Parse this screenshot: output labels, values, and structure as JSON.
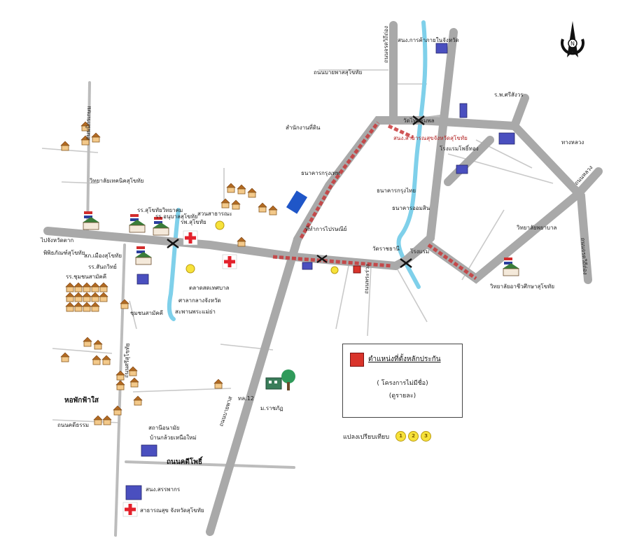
{
  "map": {
    "compass": {
      "label": "N"
    },
    "colors": {
      "road": "#a9a9a9",
      "highlight": "#c8383a",
      "river": "#7fd0ea",
      "legend_swatch": "#d9342b",
      "coin": "#f7e23a"
    },
    "road_labels": {
      "to_tak": "ไปจังหวัดตาก",
      "thanon_sukhothai": "ถนนศรีสุโขทัย",
      "thanon_southeast": "ถนนหลวง",
      "thanon_north": "ถนนจรดวิถีถ่อง",
      "thanon_charot": "ถนนจรดวิถีถ่อง",
      "thanon_south_vertical": "ถนนพระร่วง",
      "thanon_khao": "ถนนนิกรเกษม",
      "thanon_bottom": "ถนนคดีโพธิ์",
      "thanon_diagonal": "ถนนบายพาส",
      "thanon_east": "ถนนจรดวิถีถ่อง"
    },
    "place_labels": {
      "top_label": "สนง.การค้าภายในจังหวัด",
      "nw_label": "ถนนบายพาสสุโขทัย",
      "upper_school": "วิทยาลัยเทคนิคสุโขทัย",
      "school_label": "รร.สุโขทัยวิทยาคม",
      "school2": "รร.อนุบาลสุโขทัย",
      "park": "สวนสาธารณะ",
      "hospital": "รพ.สุโขทัย",
      "police": "สภ.เมืองสุโขทัย",
      "city_hall": "ศาลากลางจังหวัด",
      "market": "ตลาดสดเทศบาล",
      "bank_label": "ธนาคารกรุงไทย",
      "bank2": "ธนาคารออมสิน",
      "office": "สำนักงานที่ดิน",
      "post": "ที่ทำการไปรษณีย์",
      "temple": "วัดราชธานี",
      "bridge": "สะพานพระแม่ย่า",
      "east_school": "วิทยาลัยอาชีวศึกษาสุโขทัย",
      "east_top": "ร.พ.ศรีสังวร",
      "east_label": "โรงแรมโพธิ์ทอง",
      "far_east": "ทางหลวง",
      "nursing": "วิทยาลัยพยาบาล",
      "hotel": "โรงแรม",
      "left_school": "พิพิธภัณฑ์สุโขทัย",
      "rr_school": "รร.สันถวิทย์",
      "center_label": "ธนาคารกรุงเทพ",
      "right_label": "วัดไทยชุมพล",
      "south_hospital": "สนง.สาธารณสุขจังหวัดสุโขทัย",
      "health": "สถานีอนามัย",
      "health2": "บ้านกล้วยเหนือใหม่",
      "hos_south": "สนง.สรรพากร",
      "hospital_bottom": "สาธารณสุข จังหวัดสุโขทัย",
      "university": "ม.ราชภัฏ",
      "university_road": "ถนนจรดวิถีถ่อง",
      "village": "หอพักฟ้าใส",
      "district": "ถนนคดีธรรม",
      "left_mid": "รร.ชุมชนสามัคคี",
      "left_low": "ชุมชนสามัคคี",
      "hwy": "ทล.12"
    }
  },
  "legend": {
    "title": "ตำแหน่งที่ตั้งหลักประกัน",
    "line1": "( โครงการไม่มีชื่อ)",
    "line2": "(ดูรายละ)",
    "coin_label": "แปลงเปรียบเทียบ",
    "coins": [
      "1",
      "2",
      "3"
    ]
  }
}
